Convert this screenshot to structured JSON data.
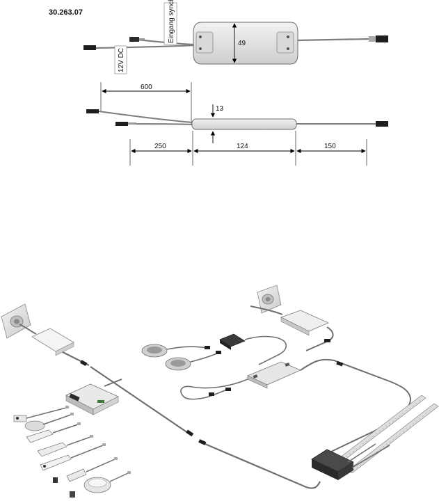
{
  "part_number": "30.263.07",
  "labels": {
    "input_synchro": "Eingang synchro",
    "input_12v": "12V DC"
  },
  "dimensions": {
    "height": "49",
    "thickness": "13",
    "total_length": "600",
    "input_cable": "250",
    "body_length": "124",
    "output_cable": "150"
  },
  "colors": {
    "housing": "#e4e4e4",
    "housing_edge": "#6b6b6b",
    "cable": "#7d7d7d",
    "connector": "#1e1e1e",
    "dim_line": "#000000"
  }
}
